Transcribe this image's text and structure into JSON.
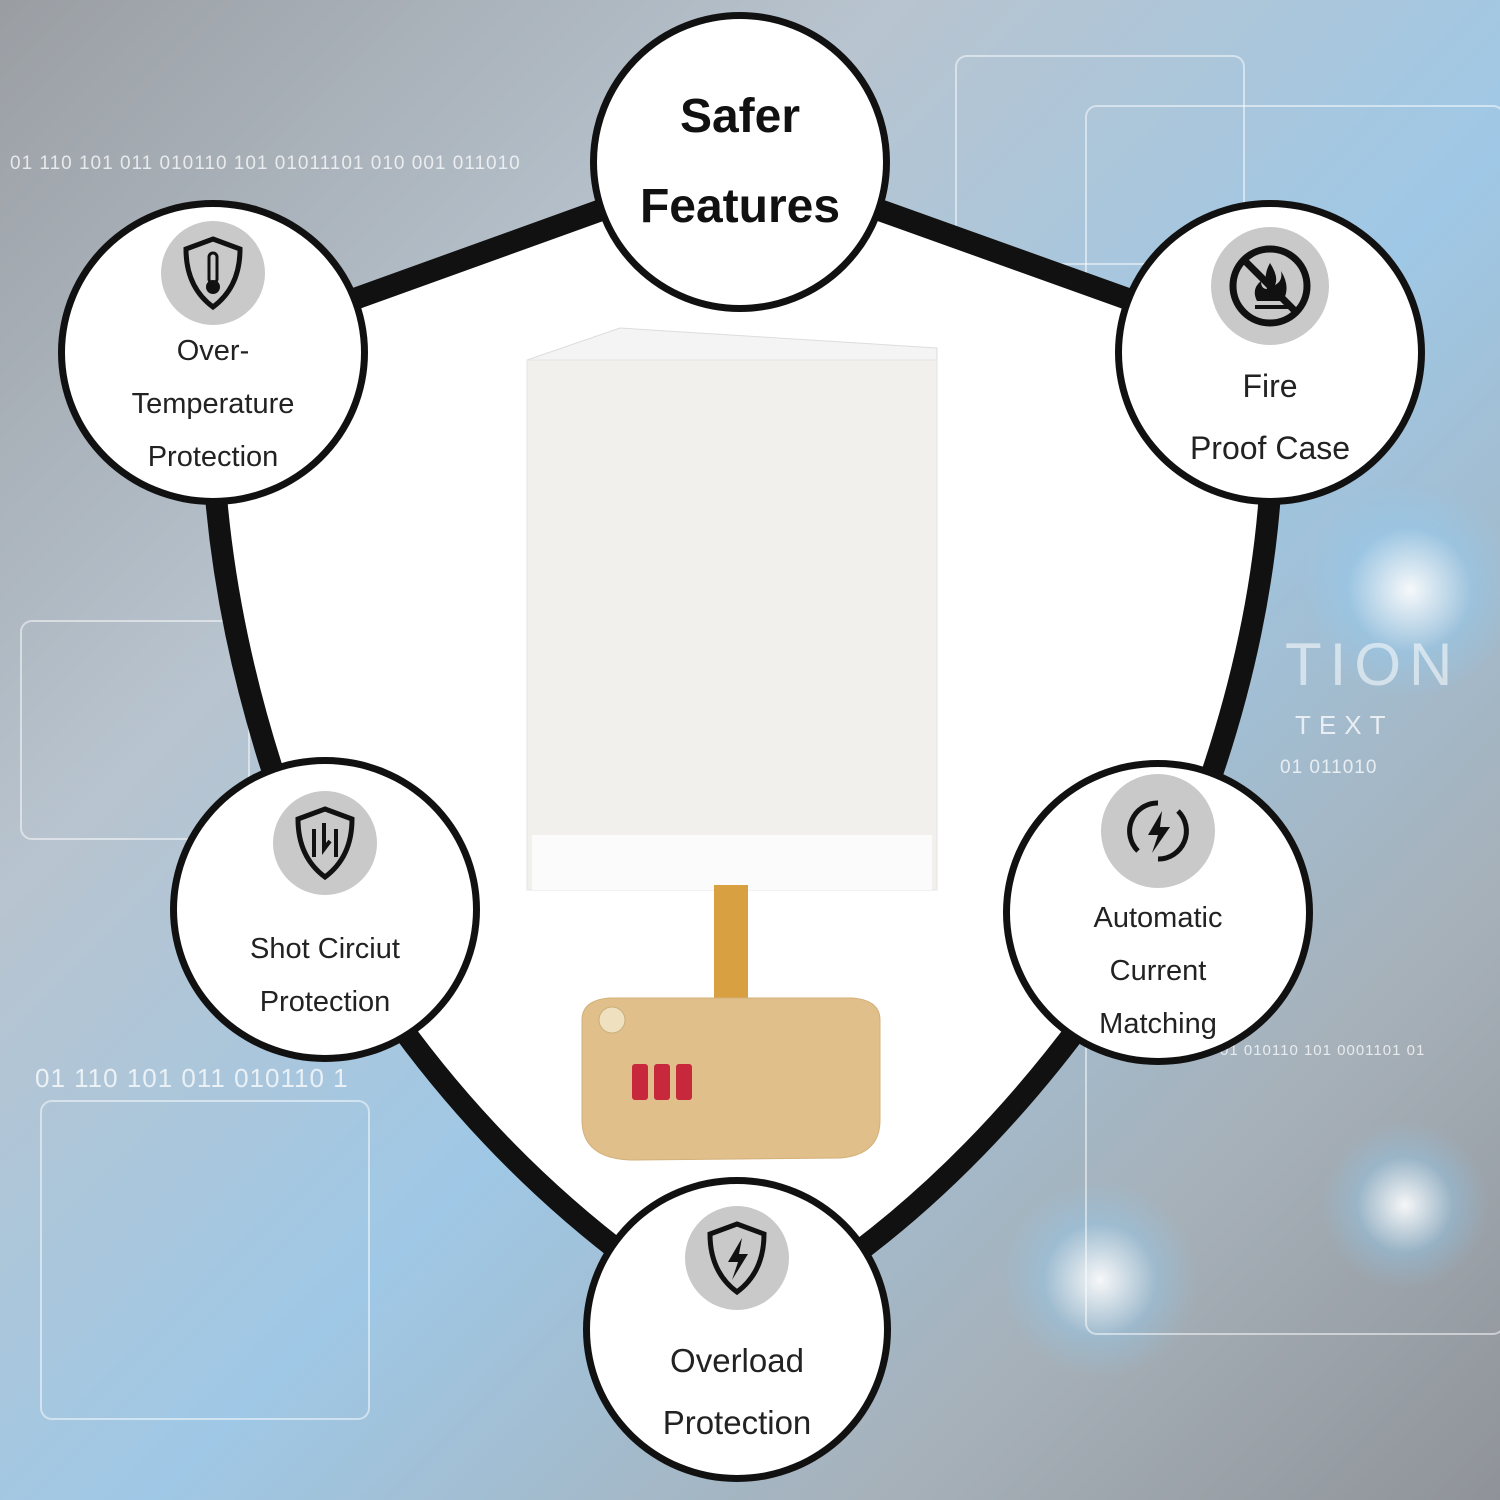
{
  "title": {
    "line1": "Safer",
    "line2": "Features"
  },
  "features": [
    {
      "icon": "thermometer-shield-icon",
      "lines": [
        "Over-",
        "Temperature",
        "Protection"
      ]
    },
    {
      "icon": "no-fire-icon",
      "lines": [
        "Fire",
        "Proof Case"
      ]
    },
    {
      "icon": "short-circuit-shield-icon",
      "lines": [
        "Shot Circiut",
        "Protection"
      ]
    },
    {
      "icon": "power-cycle-bolt-icon",
      "lines": [
        "Automatic",
        "Current",
        "Matching"
      ]
    },
    {
      "icon": "bolt-shield-icon",
      "lines": [
        "Overload",
        "Protection"
      ]
    }
  ],
  "background": {
    "binary_top": "01 110 101 011 010110 101 01011101 010 001 011010",
    "binary_bottom": "01 110 101 011 010110 1",
    "binary_right": "01 011010",
    "binary_right_bottom": "01 010110 101 0001101 01",
    "word_large": "TION",
    "word_small": "TEXT"
  },
  "colors": {
    "outline": "#111111",
    "icon_bg": "#c9c9c9",
    "usb": "#c8283c",
    "wood": "#e0bf8a"
  }
}
